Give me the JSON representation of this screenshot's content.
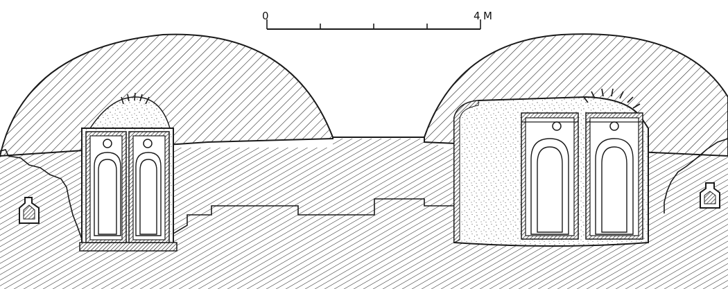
{
  "figure": {
    "kind": "architectural section drawing",
    "colors": {
      "ink": "#1a1a1a",
      "paper": "#ffffff",
      "stipple": "#333333"
    }
  },
  "scale_bar": {
    "start_label": "0",
    "end_label": "4",
    "unit_label": "M",
    "length_m": 4,
    "divisions": 4
  }
}
